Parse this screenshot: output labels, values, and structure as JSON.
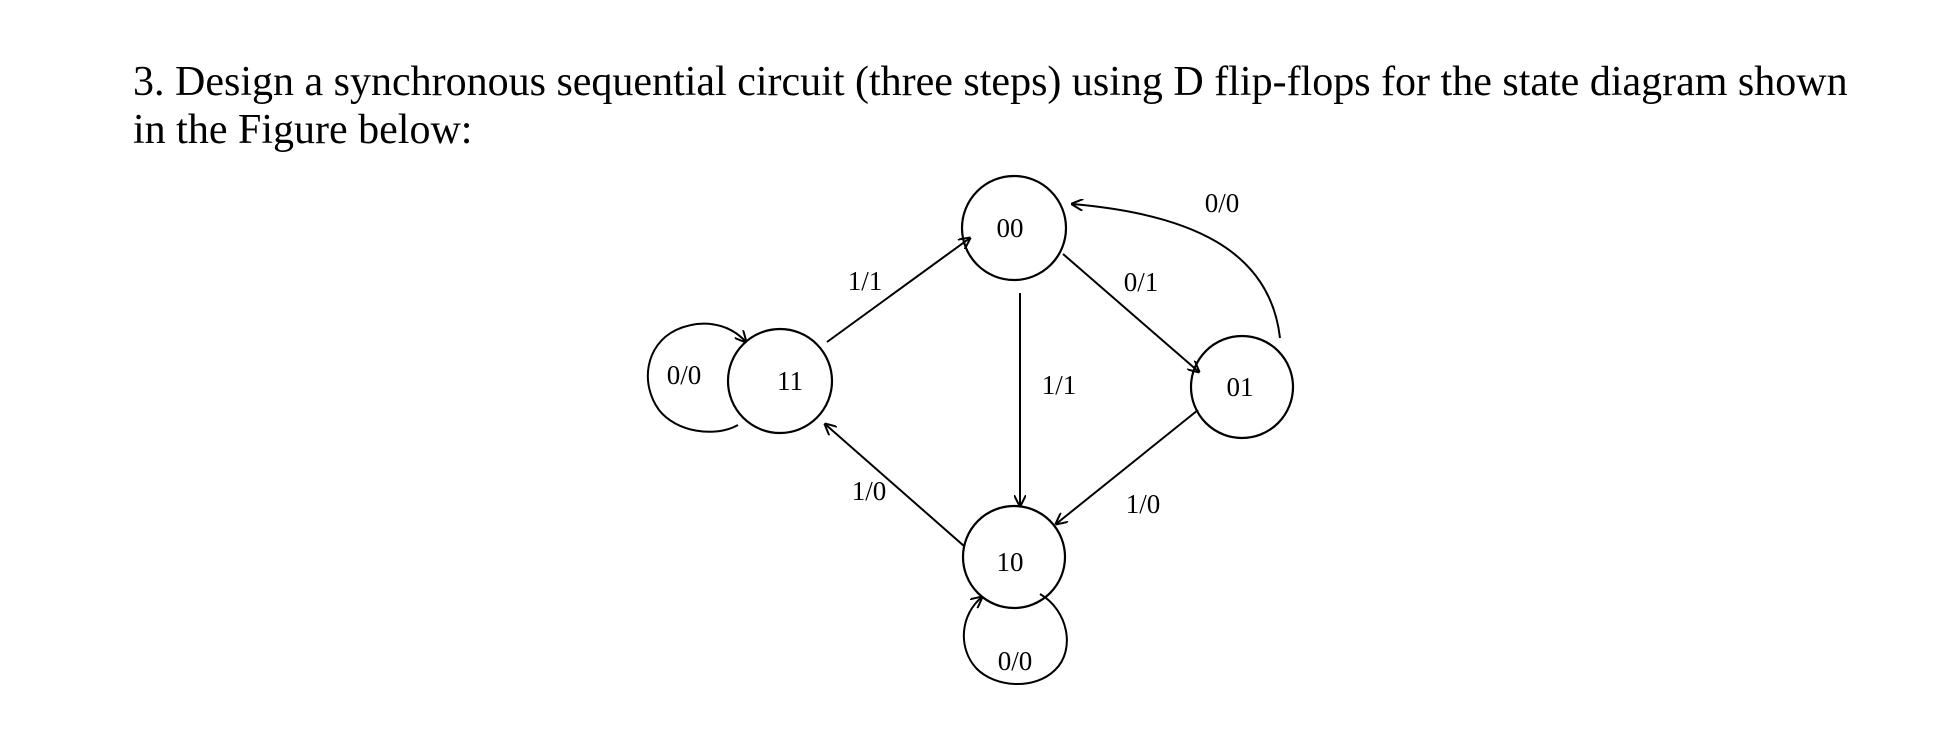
{
  "question": {
    "text": "3. Design a synchronous sequential circuit (three steps) using D flip-flops for the state diagram shown in the Figure below:"
  },
  "diagram": {
    "states": [
      {
        "id": "s00",
        "label": "00"
      },
      {
        "id": "s01",
        "label": "01"
      },
      {
        "id": "s10",
        "label": "10"
      },
      {
        "id": "s11",
        "label": "11"
      }
    ],
    "transitions": [
      {
        "id": "t00_01",
        "from": "00",
        "to": "01",
        "label": "0/1"
      },
      {
        "id": "t01_00",
        "from": "01",
        "to": "00",
        "label": "0/0"
      },
      {
        "id": "t00_10",
        "from": "00",
        "to": "10",
        "label": "1/1"
      },
      {
        "id": "t01_10",
        "from": "01",
        "to": "10",
        "label": "1/0"
      },
      {
        "id": "t10_11",
        "from": "10",
        "to": "11",
        "label": "1/0"
      },
      {
        "id": "t11_00",
        "from": "11",
        "to": "00",
        "label": "1/1"
      },
      {
        "id": "t11_11",
        "from": "11",
        "to": "11",
        "label": "0/0"
      },
      {
        "id": "t10_10",
        "from": "10",
        "to": "10",
        "label": "0/0"
      }
    ]
  }
}
